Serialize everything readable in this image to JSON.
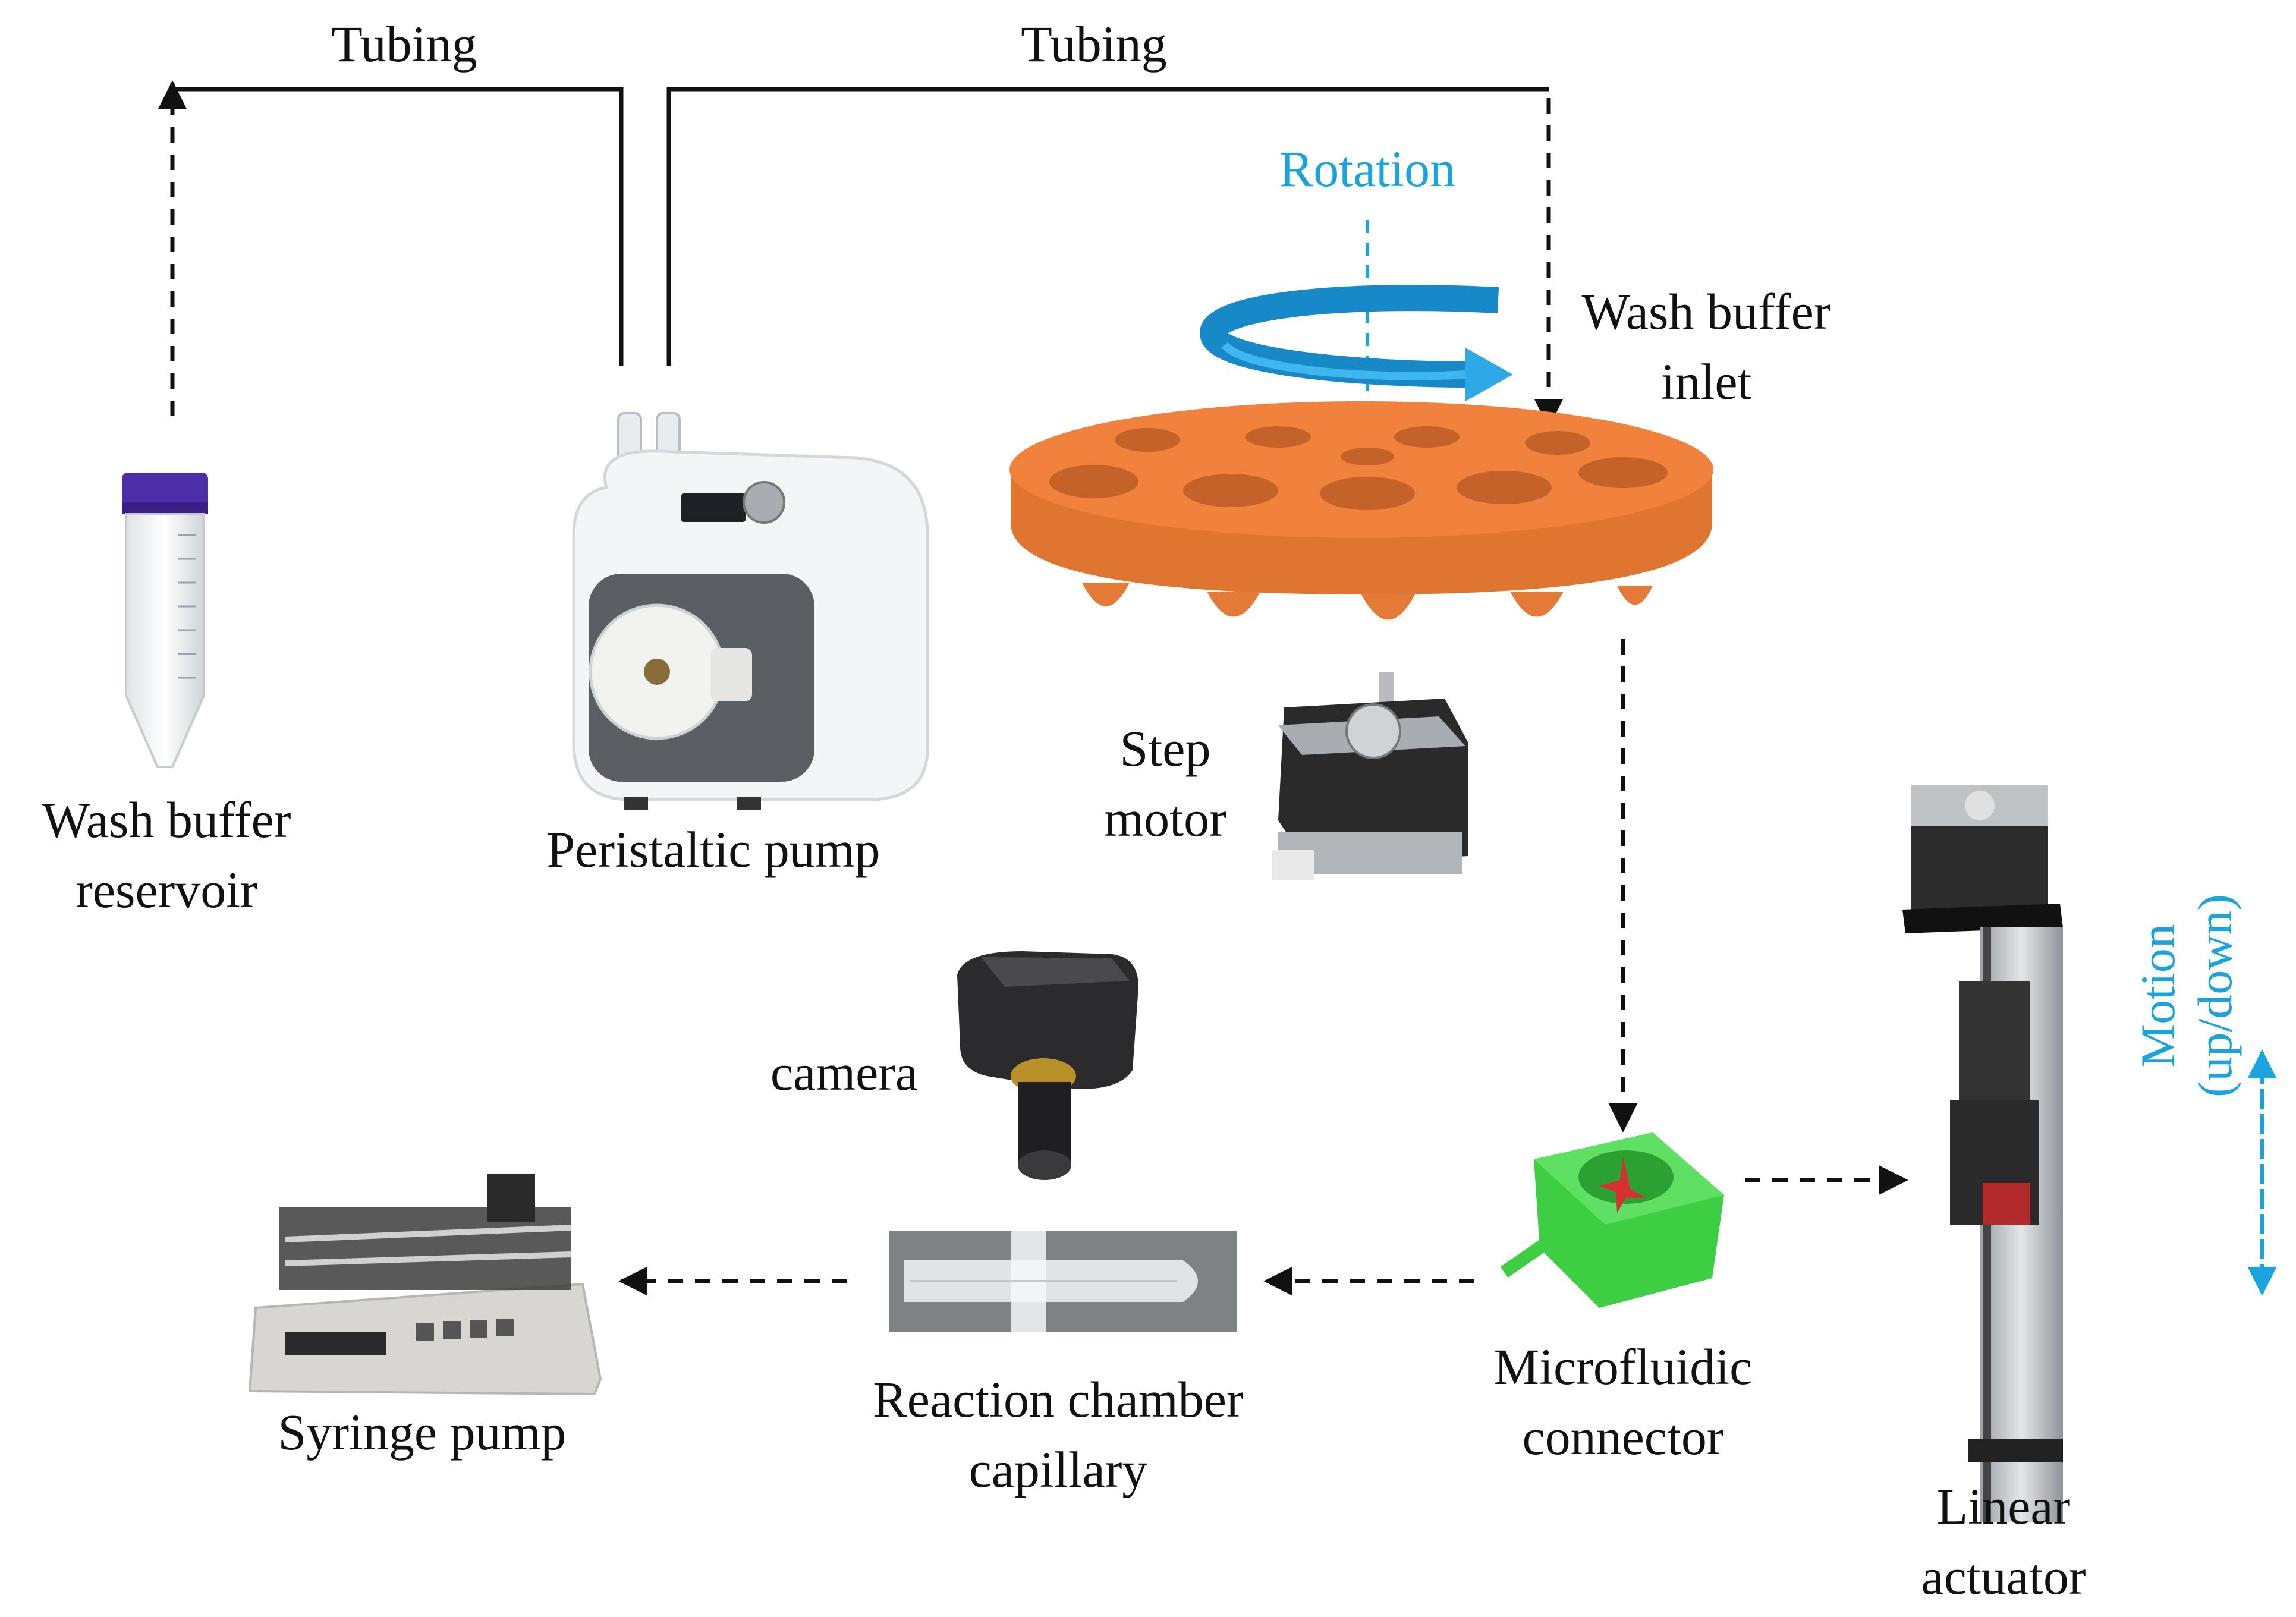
{
  "labels": {
    "tubing_left": "Tubing",
    "tubing_right": "Tubing",
    "rotation": "Rotation",
    "wash_buffer_inlet": [
      "Wash buffer",
      "inlet"
    ],
    "wash_buffer_reservoir": [
      "Wash buffer",
      "reservoir"
    ],
    "peristaltic_pump": "Peristaltic pump",
    "step_motor": [
      "Step",
      "motor"
    ],
    "camera": "camera",
    "syringe_pump": "Syringe pump",
    "reaction_chamber": [
      "Reaction chamber",
      "capillary"
    ],
    "microfluidic_connector": [
      "Microfluidic",
      "connector"
    ],
    "linear_actuator": [
      "Linear",
      "actuator"
    ],
    "motion": [
      "Motion",
      "(up/down)"
    ]
  },
  "colors": {
    "accent_blue": "#1aa3dd",
    "carousel_orange": "#ef7f3a",
    "connector_green": "#3dce43",
    "line": "#111111"
  }
}
